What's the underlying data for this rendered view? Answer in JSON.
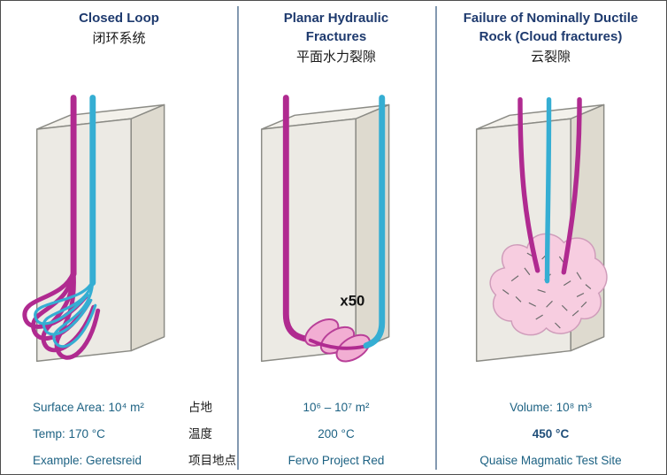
{
  "figure": {
    "description": "Comparison of three enhanced geothermal reservoir concepts",
    "divider_color": "#8399b0",
    "colors": {
      "heading_navy": "#1e3a6e",
      "stats_teal": "#1d6283",
      "pipe_magenta": "#b02a90",
      "pipe_cyan": "#35aed3",
      "fracture_pink": "#f2aed3",
      "box_face": "#eceae4"
    }
  },
  "panels": [
    {
      "id": "closed-loop",
      "title_en": "Closed Loop",
      "title_zh": "闭环系统",
      "stats": [
        {
          "en": "Surface Area: 10⁴ m²",
          "zh": "占地"
        },
        {
          "en": "Temp: 170 °C",
          "zh": "温度"
        },
        {
          "en": "Example: Geretsreid",
          "zh": "项目地点"
        }
      ]
    },
    {
      "id": "planar-hydraulic-fractures",
      "title_en": "Planar Hydraulic Fractures",
      "title_zh": "平面水力裂隙",
      "annotation": "x50",
      "stats": [
        {
          "en": "10⁶ – 10⁷ m²"
        },
        {
          "en": "200 °C"
        },
        {
          "en": "Fervo Project Red"
        }
      ]
    },
    {
      "id": "cloud-fractures",
      "title_en": "Failure of Nominally Ductile Rock (Cloud fractures)",
      "title_zh": "云裂隙",
      "stats": [
        {
          "en": "Volume: 10⁸ m³"
        },
        {
          "en": "450 °C"
        },
        {
          "en": "Quaise Magmatic Test Site"
        }
      ]
    }
  ]
}
